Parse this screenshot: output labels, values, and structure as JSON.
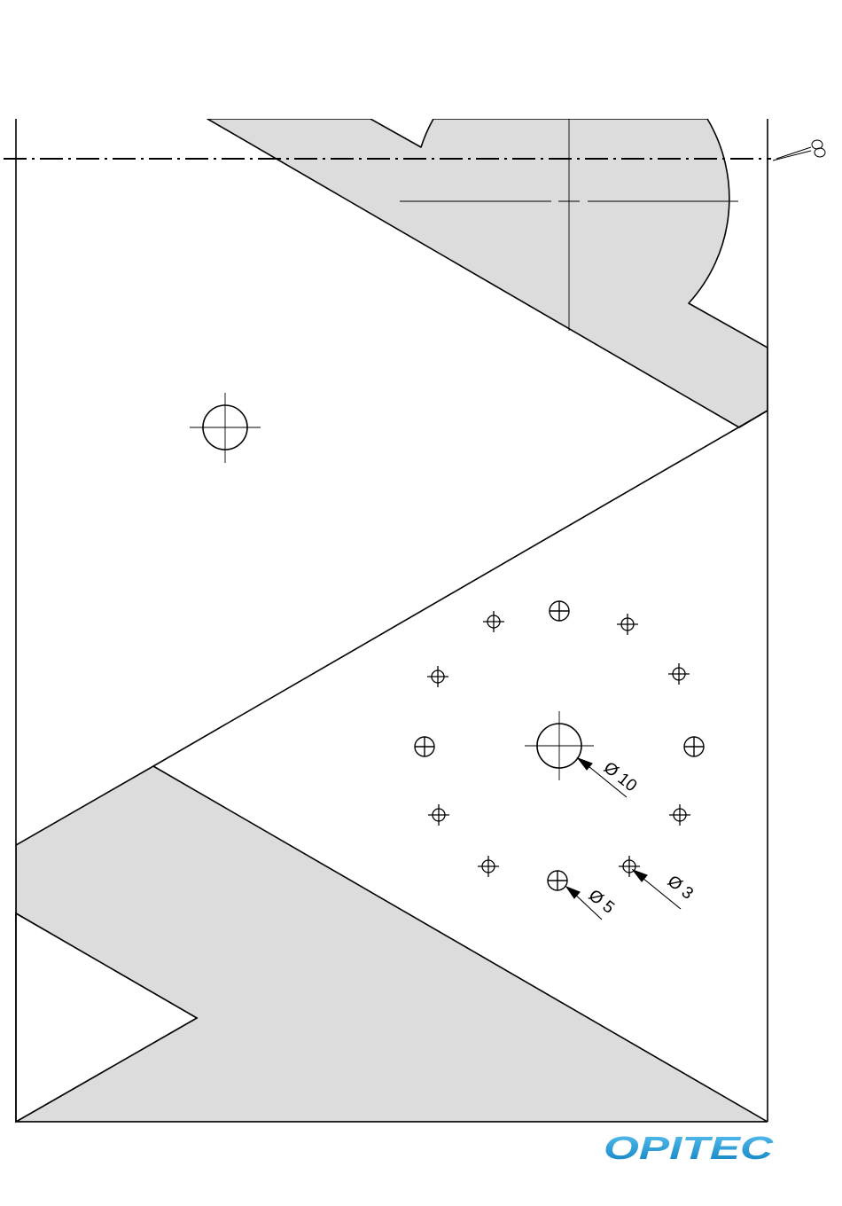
{
  "template": {
    "line_color": "#000000",
    "fill_color": "#dcdcdc",
    "background": "#ffffff"
  },
  "cut_line": {
    "icon": "scissors-icon"
  },
  "dimensions": {
    "d10": "Ø 10",
    "d5": "Ø 5",
    "d3": "Ø 3"
  },
  "logo": {
    "text": "OPITEC",
    "color": "#1a9ad9"
  }
}
